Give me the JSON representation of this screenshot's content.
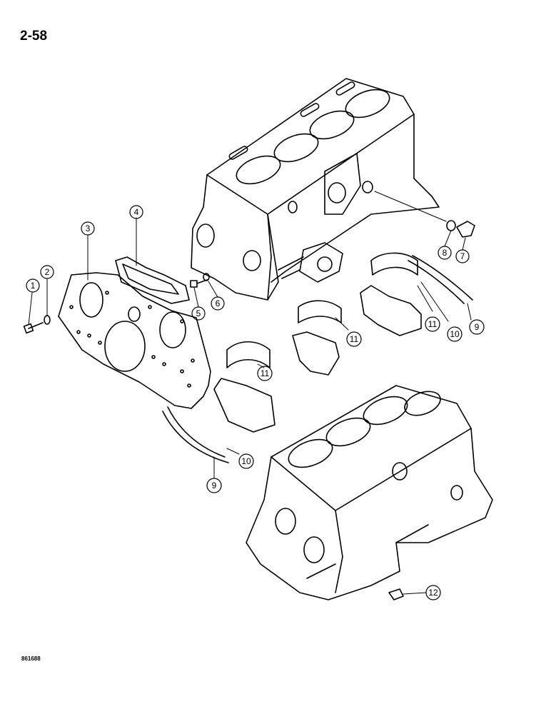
{
  "page": {
    "page_number": "2-58",
    "drawing_code": "861688"
  },
  "callouts": [
    {
      "id": "c1",
      "label": "1"
    },
    {
      "id": "c2",
      "label": "2"
    },
    {
      "id": "c3",
      "label": "3"
    },
    {
      "id": "c4",
      "label": "4"
    },
    {
      "id": "c5",
      "label": "5"
    },
    {
      "id": "c6",
      "label": "6"
    },
    {
      "id": "c7",
      "label": "7"
    },
    {
      "id": "c8",
      "label": "8"
    },
    {
      "id": "c9a",
      "label": "9"
    },
    {
      "id": "c9b",
      "label": "9"
    },
    {
      "id": "c10a",
      "label": "10"
    },
    {
      "id": "c10b",
      "label": "10"
    },
    {
      "id": "c11a",
      "label": "11"
    },
    {
      "id": "c11b",
      "label": "11"
    },
    {
      "id": "c11c",
      "label": "11"
    },
    {
      "id": "c12",
      "label": "12"
    }
  ]
}
